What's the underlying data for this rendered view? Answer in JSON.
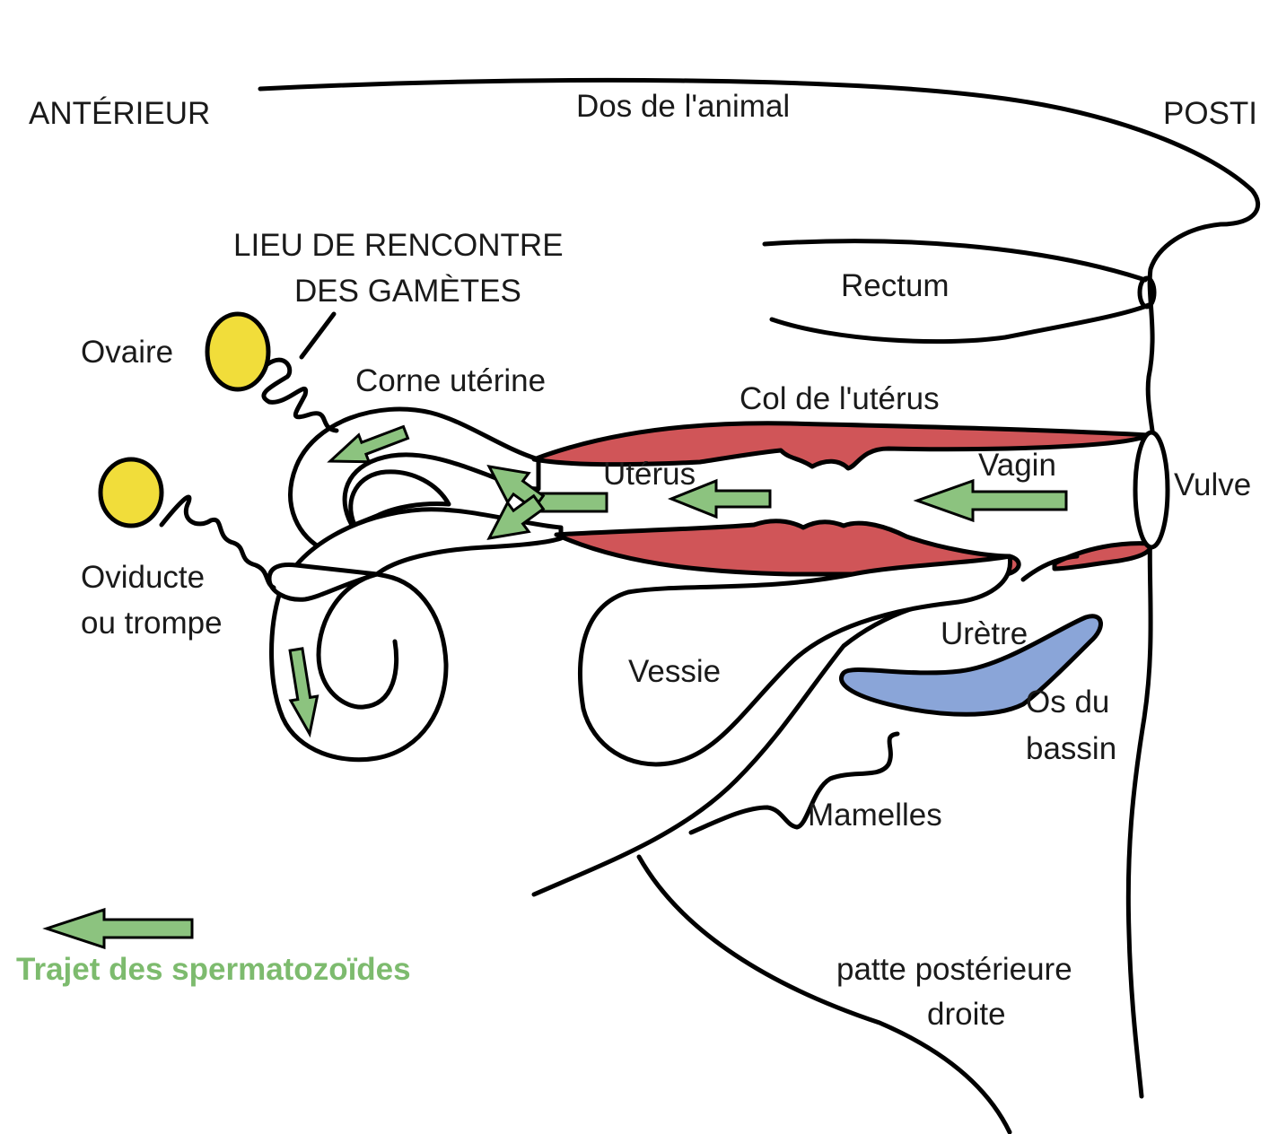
{
  "labels": {
    "anterior": "ANTÉRIEUR",
    "back": "Dos de l'animal",
    "posterior": "POSTI",
    "meeting_line1": "LIEU DE RENCONTRE",
    "meeting_line2": "DES GAMÈTES",
    "ovary": "Ovaire",
    "uterine_horn": "Corne utérine",
    "cervix": "Col de l'utérus",
    "rectum": "Rectum",
    "uterus": "Utérus",
    "vagina": "Vagin",
    "vulva": "Vulve",
    "oviduct_line1": "Oviducte",
    "oviduct_line2": "ou trompe",
    "urethra": "Urètre",
    "bladder": "Vessie",
    "pelvis_line1": "Os du",
    "pelvis_line2": "bassin",
    "udders": "Mamelles",
    "hind_leg_line1": "patte postérieure",
    "hind_leg_line2": "droite"
  },
  "legend": {
    "label": "Trajet des spermatozoïdes"
  },
  "colors": {
    "sperm_path": "#8cc37f",
    "legend_text": "#7dbb6e",
    "ovary": "#f1dd3a",
    "cervix_wall": "#d05558",
    "pelvis_bone": "#8aa5d8",
    "outline": "#000000"
  }
}
